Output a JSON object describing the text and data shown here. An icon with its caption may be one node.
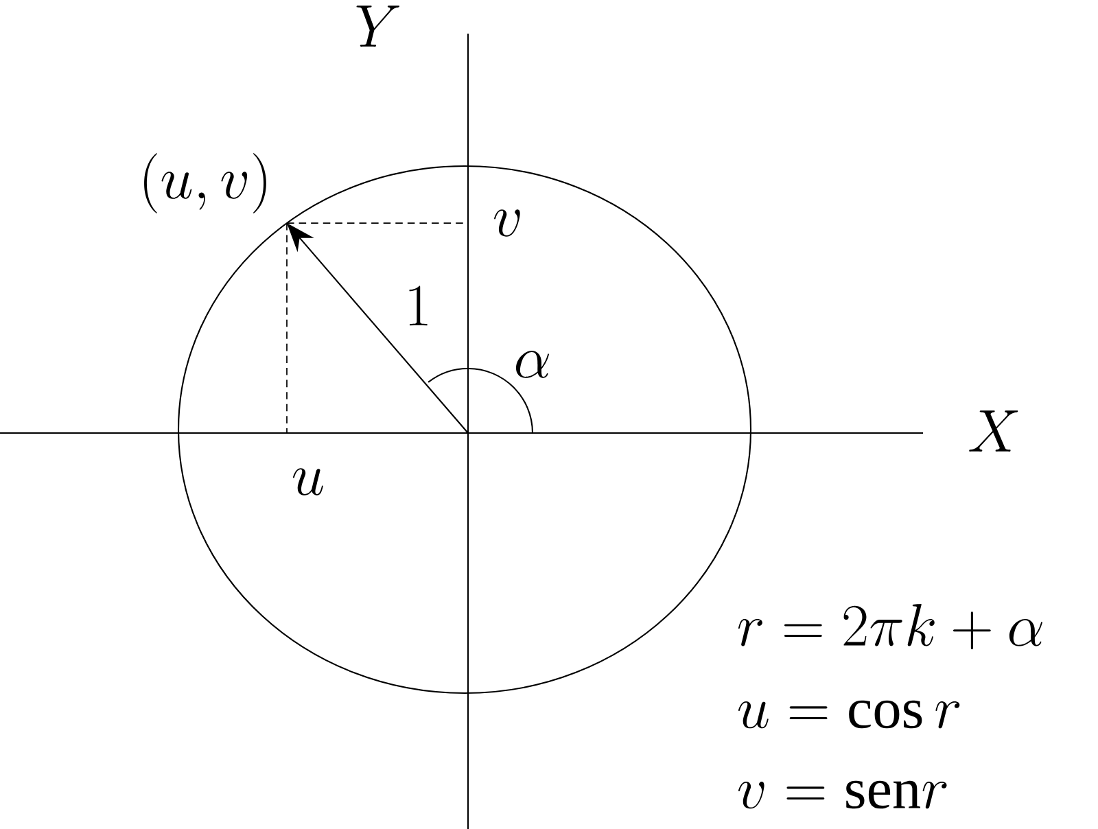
{
  "diagram": {
    "labels": [
      "Y",
      "(u,v)",
      "v",
      "1",
      "\\alpha",
      "X",
      "u",
      "r=2\\pi k+\\alpha",
      "u=\\cos r",
      "v=\\mathrm{sen} r"
    ]
  }
}
